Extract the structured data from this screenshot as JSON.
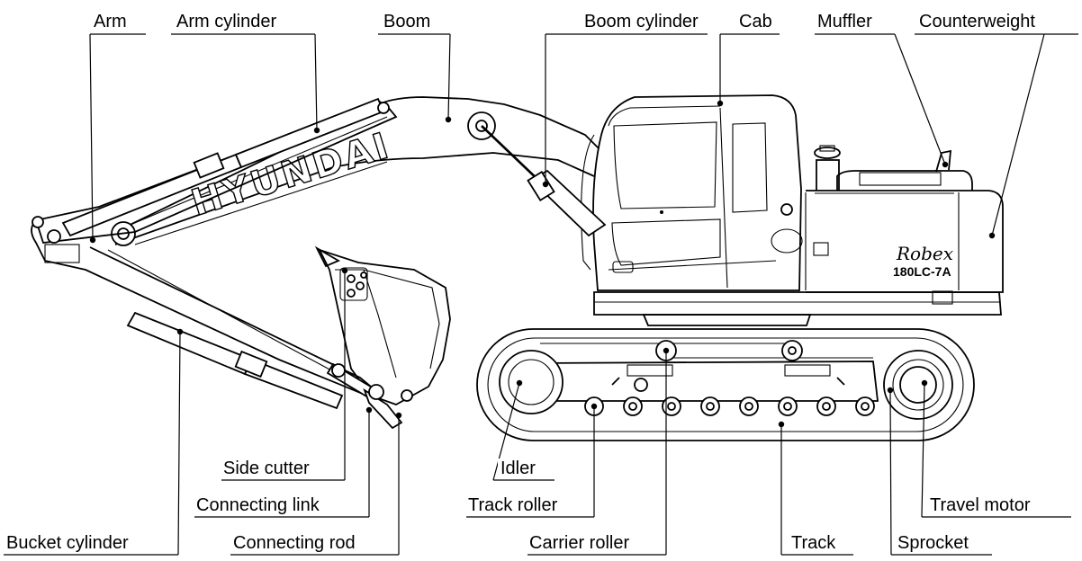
{
  "diagram": {
    "brand_text": "HYUNDAI",
    "model_script": "Robex",
    "model_number": "180LC-7A",
    "labels": {
      "arm": "Arm",
      "arm_cylinder": "Arm cylinder",
      "boom": "Boom",
      "boom_cylinder": "Boom cylinder",
      "cab": "Cab",
      "muffler": "Muffler",
      "counterweight": "Counterweight",
      "side_cutter": "Side cutter",
      "connecting_link": "Connecting link",
      "bucket_cylinder": "Bucket cylinder",
      "connecting_rod": "Connecting rod",
      "idler": "Idler",
      "track_roller": "Track roller",
      "carrier_roller": "Carrier roller",
      "track": "Track",
      "sprocket": "Sprocket",
      "travel_motor": "Travel motor"
    }
  }
}
